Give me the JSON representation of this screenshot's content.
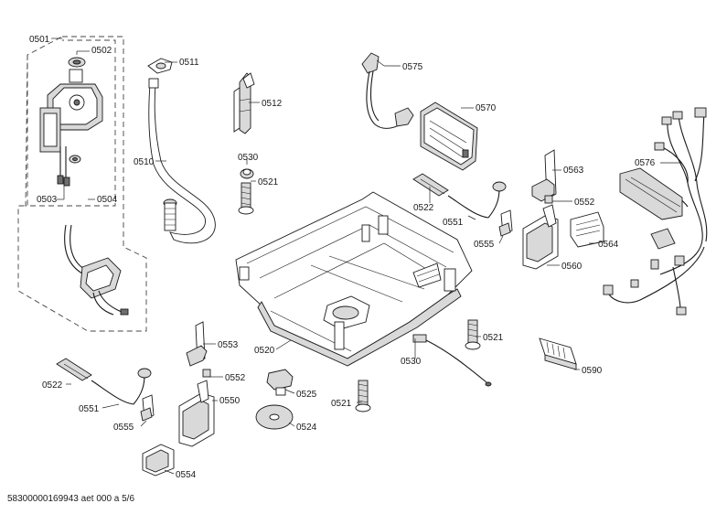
{
  "footer": "58300000169943 aet 000 a 5/6",
  "labels": {
    "l0501": "0501",
    "l0502": "0502",
    "l0503": "0503",
    "l0504": "0504",
    "l0510": "0510",
    "l0511": "0511",
    "l0512": "0512",
    "l0530a": "0530",
    "l0521a": "0521",
    "l0575": "0575",
    "l0570": "0570",
    "l0576": "0576",
    "l0563": "0563",
    "l0552a": "0552",
    "l0522a": "0522",
    "l0551a": "0551",
    "l0555a": "0555",
    "l0564": "0564",
    "l0560": "0560",
    "l0520": "0520",
    "l0521b": "0521",
    "l0530b": "0530",
    "l0590": "0590",
    "l0553": "0553",
    "l0552b": "0552",
    "l0522b": "0522",
    "l0525": "0525",
    "l0551b": "0551",
    "l0550": "0550",
    "l0521c": "0521",
    "l0555b": "0555",
    "l0524": "0524",
    "l0554": "0554"
  }
}
